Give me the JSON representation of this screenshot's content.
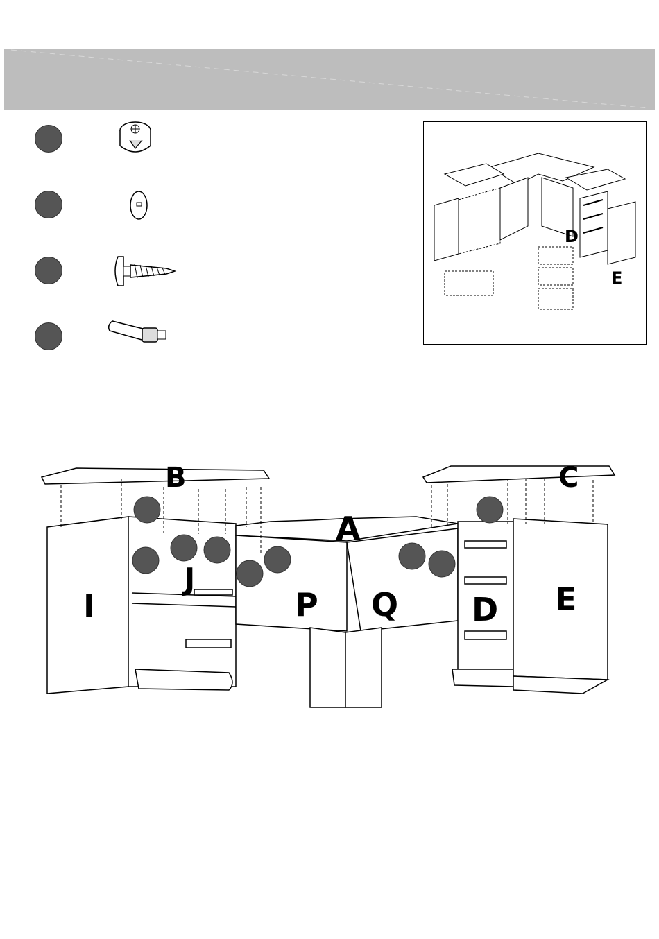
{
  "banner": {
    "step_label": ""
  },
  "parts": [
    {
      "icon": "cam-lock-icon",
      "count": ""
    },
    {
      "icon": "cam-cover-cap-icon",
      "count": ""
    },
    {
      "icon": "screw-icon",
      "count": ""
    },
    {
      "icon": "cam-bolt-icon",
      "count": ""
    }
  ],
  "overview": {
    "labels": [
      "D",
      "E"
    ]
  },
  "diagram": {
    "panel_labels": {
      "top_left": "B",
      "top_right": "C",
      "corner_top": "A",
      "left_side": "I",
      "left_inner": "J",
      "corner_left": "P",
      "corner_right": "Q",
      "right_inner": "D",
      "right_side": "E"
    }
  },
  "colors": {
    "banner": "#bdbdbd",
    "bubble": "#555555",
    "line": "#000000"
  }
}
